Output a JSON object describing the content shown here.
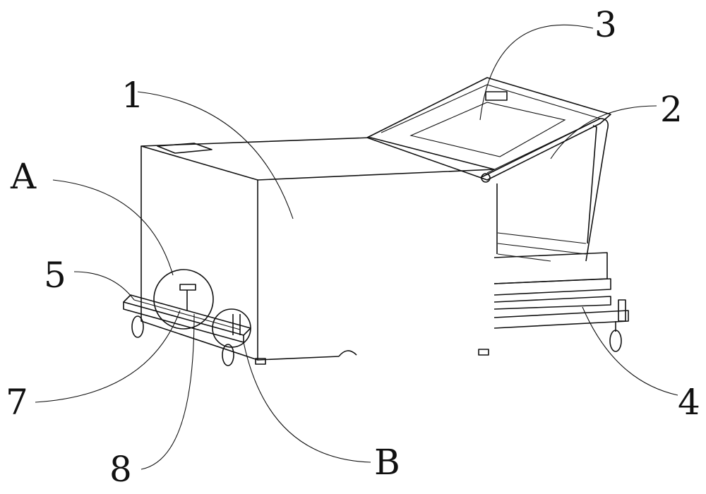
{
  "labels": {
    "l1": "1",
    "l2": "2",
    "l3": "3",
    "l4": "4",
    "l5": "5",
    "l7": "7",
    "l8": "8",
    "lA": "A",
    "lB": "B"
  },
  "colors": {
    "line": "#111111",
    "background": "#ffffff"
  }
}
